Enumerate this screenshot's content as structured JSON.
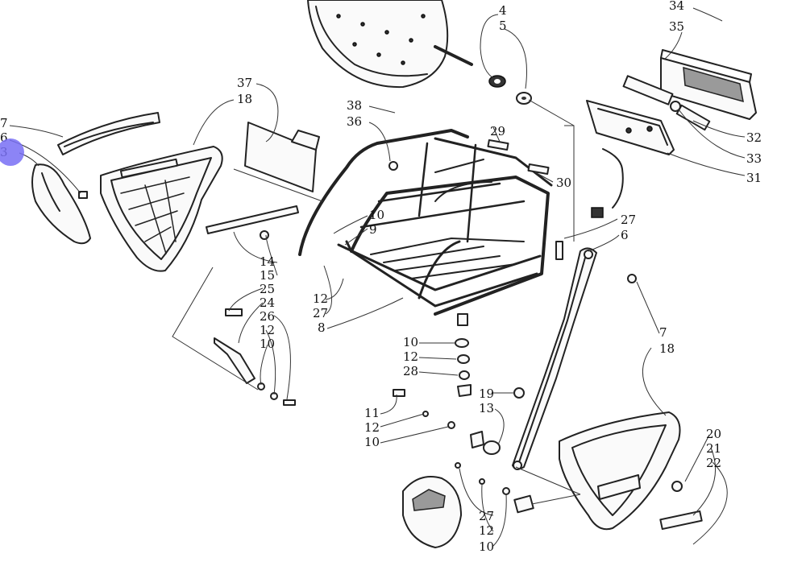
{
  "diagram": {
    "callouts": [
      {
        "id": "c34",
        "text": "34"
      },
      {
        "id": "c35",
        "text": "35"
      },
      {
        "id": "c4",
        "text": "4"
      },
      {
        "id": "c5",
        "text": "5"
      },
      {
        "id": "c7a",
        "text": "7"
      },
      {
        "id": "c6a",
        "text": "6"
      },
      {
        "id": "c3",
        "text": "3"
      },
      {
        "id": "c37",
        "text": "37"
      },
      {
        "id": "c18a",
        "text": "18"
      },
      {
        "id": "c38",
        "text": "38"
      },
      {
        "id": "c36",
        "text": "36"
      },
      {
        "id": "c29",
        "text": "29"
      },
      {
        "id": "c30",
        "text": "30"
      },
      {
        "id": "c32",
        "text": "32"
      },
      {
        "id": "c33",
        "text": "33"
      },
      {
        "id": "c31",
        "text": "31"
      },
      {
        "id": "c27a",
        "text": "27"
      },
      {
        "id": "c6b",
        "text": "6"
      },
      {
        "id": "c10a",
        "text": "10"
      },
      {
        "id": "c9",
        "text": "9"
      },
      {
        "id": "c14",
        "text": "14"
      },
      {
        "id": "c15",
        "text": "15"
      },
      {
        "id": "c25",
        "text": "25"
      },
      {
        "id": "c24",
        "text": "24"
      },
      {
        "id": "c26",
        "text": "26"
      },
      {
        "id": "c12a",
        "text": "12"
      },
      {
        "id": "c10b",
        "text": "10"
      },
      {
        "id": "c12b",
        "text": "12"
      },
      {
        "id": "c27b",
        "text": "27"
      },
      {
        "id": "c8",
        "text": "8"
      },
      {
        "id": "c7b",
        "text": "7"
      },
      {
        "id": "c18b",
        "text": "18"
      },
      {
        "id": "c10c",
        "text": "10"
      },
      {
        "id": "c12c",
        "text": "12"
      },
      {
        "id": "c28",
        "text": "28"
      },
      {
        "id": "c19",
        "text": "19"
      },
      {
        "id": "c13",
        "text": "13"
      },
      {
        "id": "c11",
        "text": "11"
      },
      {
        "id": "c12d",
        "text": "12"
      },
      {
        "id": "c10d",
        "text": "10"
      },
      {
        "id": "c20",
        "text": "20"
      },
      {
        "id": "c21",
        "text": "21"
      },
      {
        "id": "c22",
        "text": "22"
      },
      {
        "id": "c27c",
        "text": "27"
      },
      {
        "id": "c12e",
        "text": "12"
      },
      {
        "id": "c10e",
        "text": "10"
      }
    ]
  },
  "colors": {
    "line": "#222222",
    "background": "#ffffff",
    "highlight": "#786ef5"
  },
  "highlight": {
    "target": "c3"
  }
}
